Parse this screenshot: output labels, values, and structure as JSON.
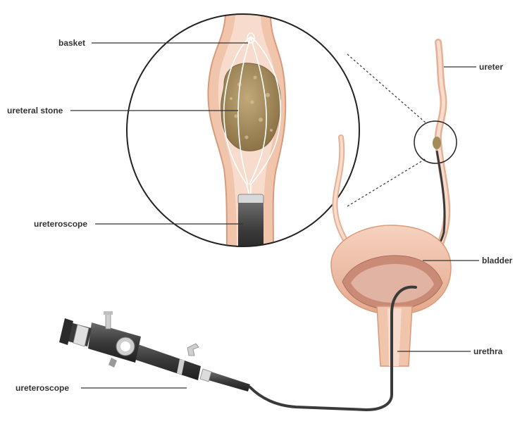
{
  "labels": {
    "basket": "basket",
    "ureteral_stone": "ureteral stone",
    "ureteroscope_inset": "ureteroscope",
    "ureter": "ureter",
    "bladder": "bladder",
    "urethra": "urethra",
    "ureteroscope_main": "ureteroscope"
  },
  "colors": {
    "tissue": "#f1c4ac",
    "tissue_dark": "#d99a7c",
    "lumen": "#f7dccd",
    "stone": "#a48c5a",
    "scope": "#3a3a3a",
    "line": "#333333"
  }
}
